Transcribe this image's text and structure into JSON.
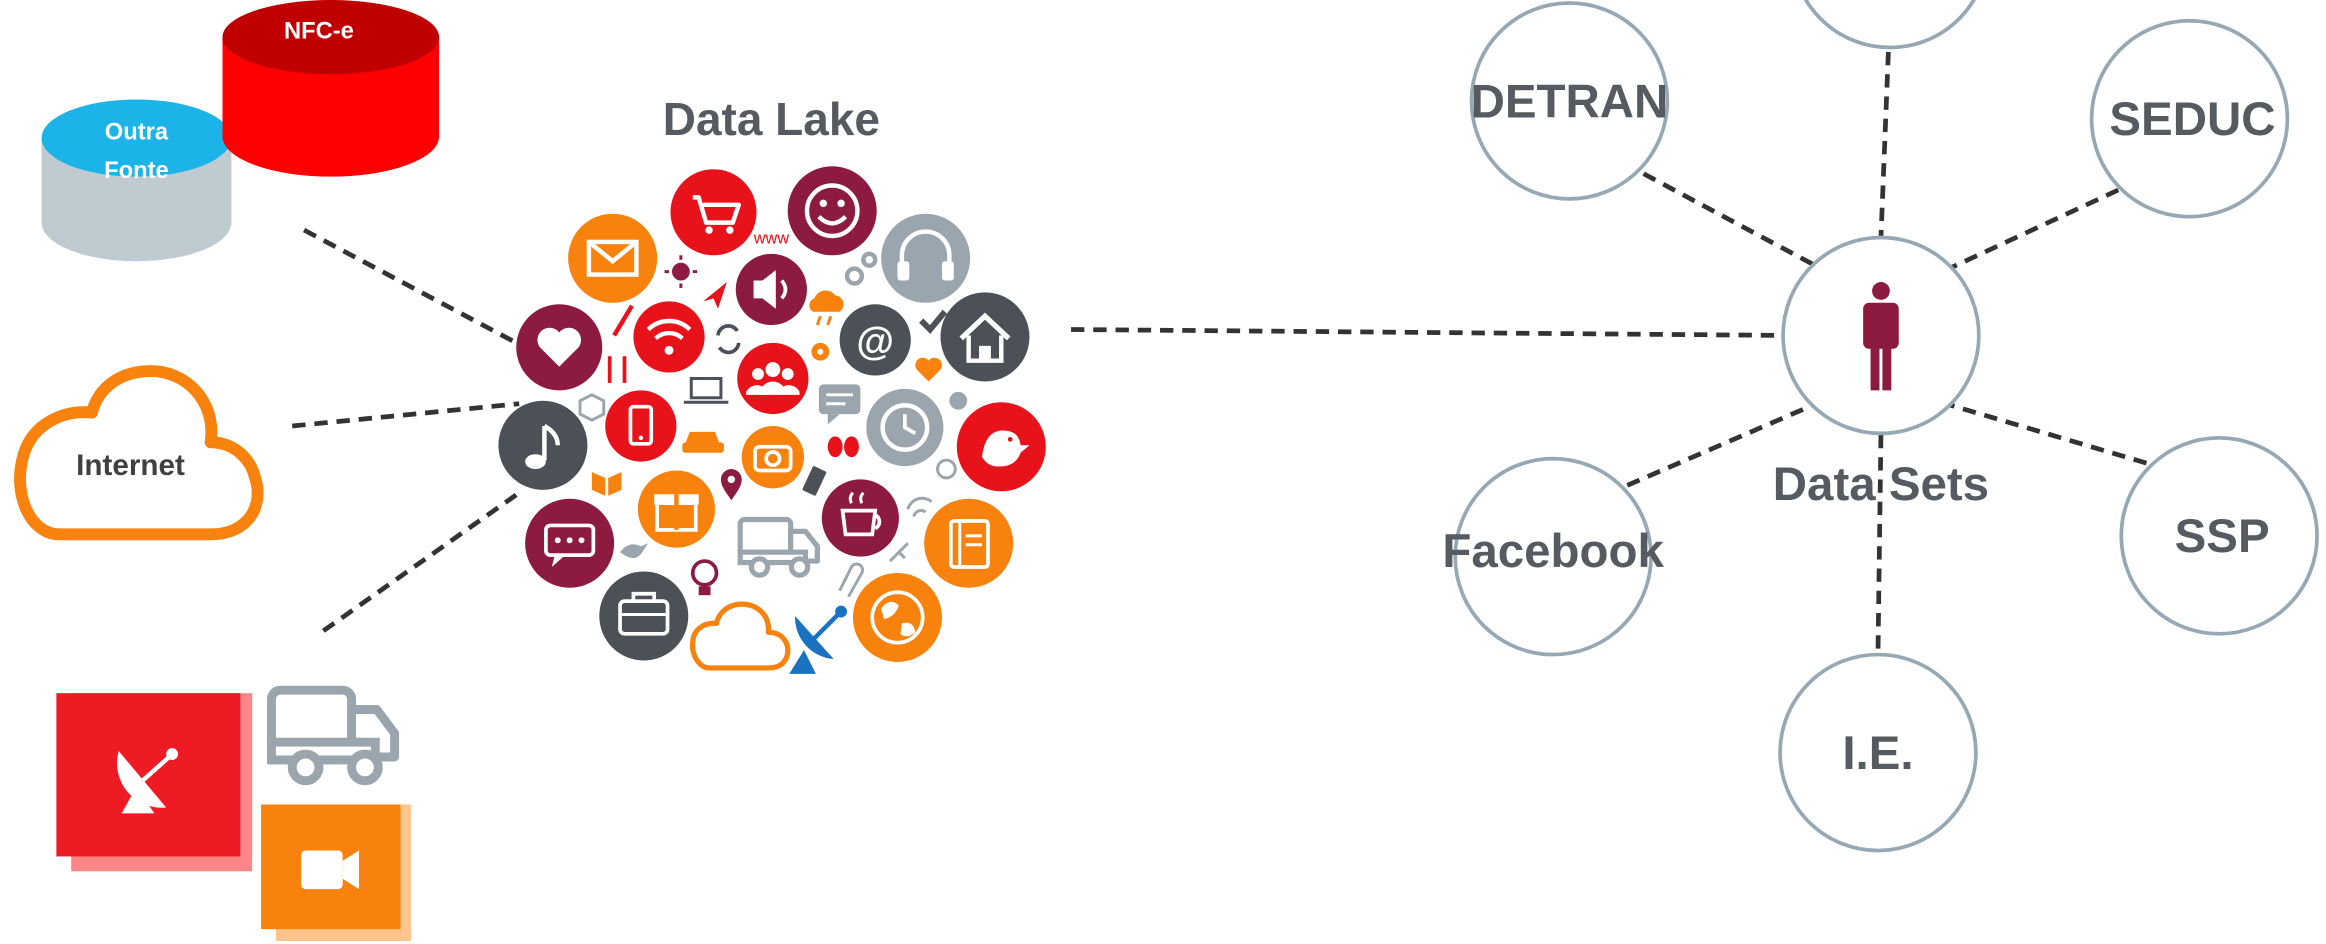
{
  "sources": {
    "nfce": "NFC-e",
    "outra_line1": "Outra",
    "outra_line2": "Fonte",
    "internet": "Internet"
  },
  "data_lake": {
    "title": "Data Lake",
    "www": "www"
  },
  "data_sets": {
    "hub_label": "Data Sets",
    "nodes": [
      "DETRAN",
      "SEDUC",
      "Facebook",
      "SSP",
      "I.E."
    ]
  },
  "colors": {
    "red": "#e8121b",
    "orange": "#f7820e",
    "maroon": "#8c1b3f",
    "slate": "#4b5157",
    "gray": "#9aa5ad",
    "cyan": "#1cb3e8",
    "blue": "#1b72c0",
    "node_stroke": "#96a8b4",
    "text_gray": "#555b60"
  },
  "icons": {
    "cloud": [
      "cart-icon",
      "smile-icon",
      "mail-icon",
      "speaker-icon",
      "headphones-icon",
      "heart-icon",
      "wifi-icon",
      "at-icon",
      "home-icon",
      "music-icon",
      "phone-icon",
      "people-icon",
      "clock-icon",
      "bird-icon",
      "camera-icon",
      "chat-icon",
      "gift-icon",
      "cup-icon",
      "notebook-icon",
      "truck-icon",
      "briefcase-icon",
      "cloud-icon",
      "satellite-icon",
      "globe-icon"
    ],
    "left": [
      "satellite-dish-icon",
      "truck-icon",
      "video-camera-icon"
    ]
  }
}
